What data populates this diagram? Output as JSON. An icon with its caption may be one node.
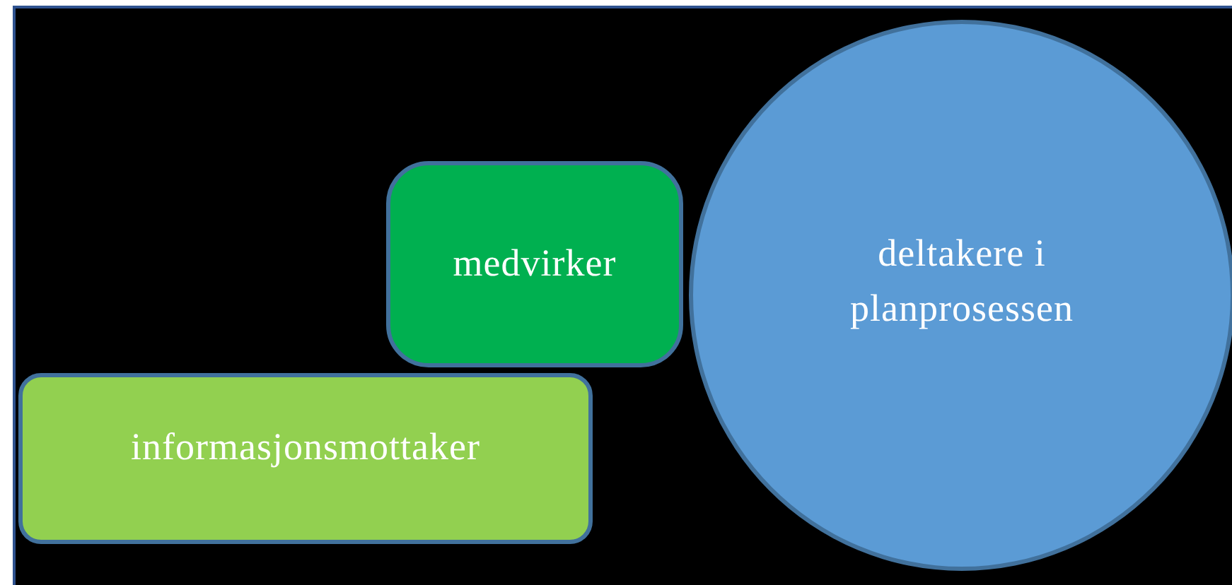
{
  "diagram": {
    "nodes": [
      {
        "text": [
          "deltakere i planprosessen"
        ]
      },
      {
        "text": [
          "medvirker"
        ]
      },
      {
        "text": [
          "informasjonsmottaker"
        ]
      }
    ]
  }
}
